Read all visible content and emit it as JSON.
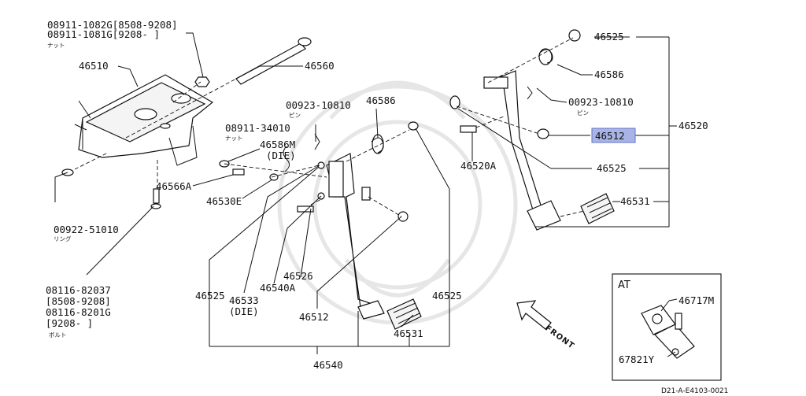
{
  "labels": {
    "p08911_1082g": "08911-1082G[8508-9208]",
    "p08911_1081g": "08911-1081G[9208-     ]",
    "nut_a": "ナット",
    "p46510": "46510",
    "p46560": "46560",
    "p00923_10810_a": "00923-10810",
    "pin_a": "ピン",
    "p46586_a": "46586",
    "p08911_34010": "08911-34010",
    "nut_b": "ナット",
    "p46586m": "46586M",
    "die_a": "(DIE)",
    "p46566a": "46566A",
    "p46530e": "46530E",
    "p00922_51010": "00922-51010",
    "ring": "リング",
    "p08116_82037": "08116-82037",
    "r8508_9208": "[8508-9208]",
    "p08116_8201g": "08116-8201G",
    "r9208": "[9208-      ]",
    "bolt": "ボルト",
    "p46525_left": "46525",
    "p46533": "46533",
    "die_b": "(DIE)",
    "p46540a": "46540A",
    "p46526": "46526",
    "p46512_left": "46512",
    "p46531_left": "46531",
    "p46525_mid": "46525",
    "p46540": "46540",
    "p46525_top": "46525",
    "p46586_b": "46586",
    "p00923_10810_b": "00923-10810",
    "pin_b": "ピン",
    "p46512_hl": "46512",
    "p46520": "46520",
    "p46520a": "46520A",
    "p46525_right": "46525",
    "p46531_right": "46531",
    "at": "AT",
    "p46717m": "46717M",
    "p67821y": "67821Y",
    "front": "FRONT",
    "code": "D21-A-E4103-0021"
  }
}
